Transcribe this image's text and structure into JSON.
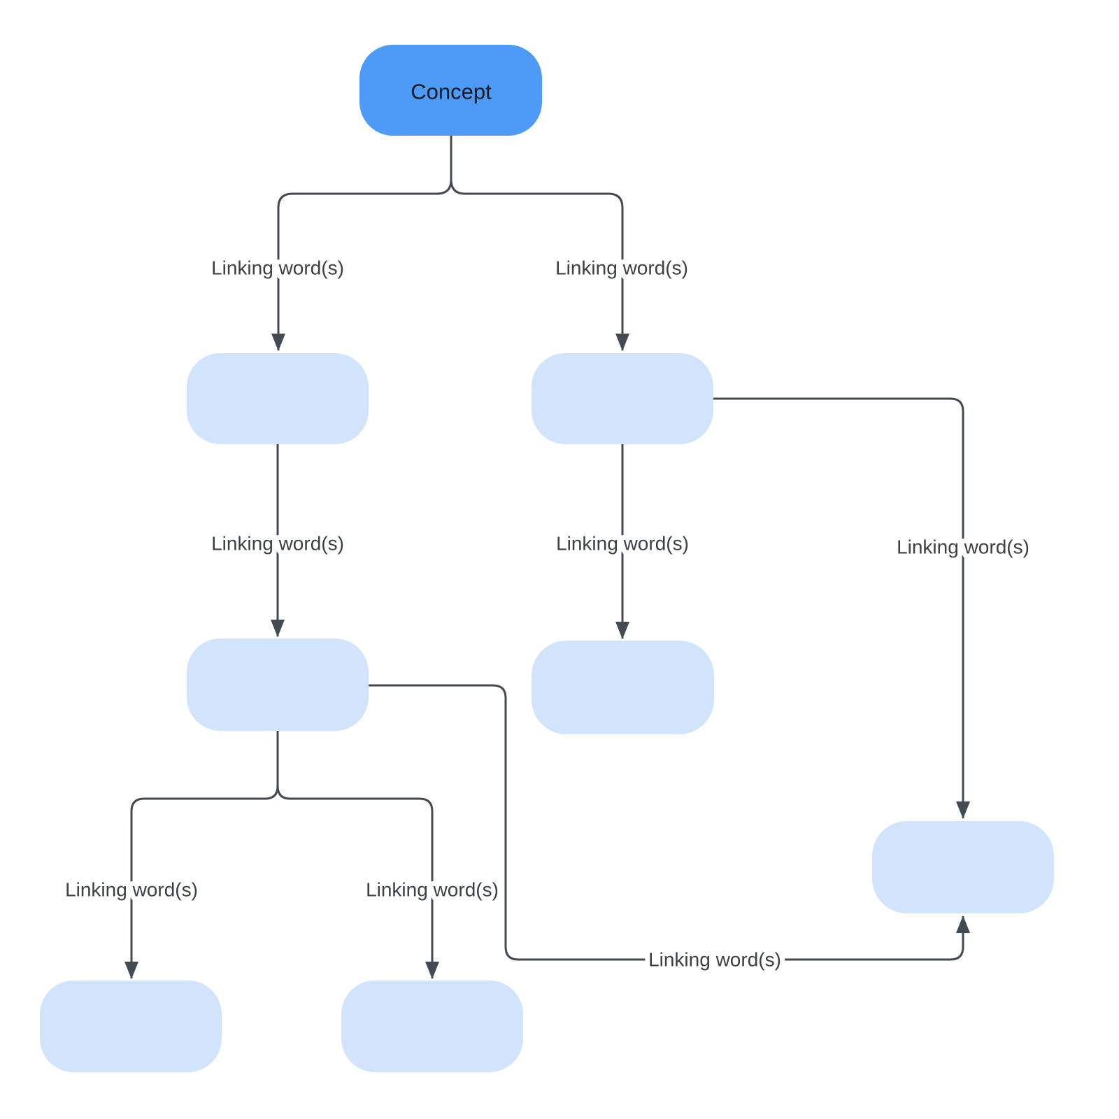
{
  "diagram": {
    "type": "concept-map-template",
    "root_node": {
      "id": "concept",
      "label": "Concept"
    },
    "child_nodes": [
      {
        "id": "topic-left-1",
        "label": ""
      },
      {
        "id": "topic-right-1",
        "label": ""
      },
      {
        "id": "topic-left-2",
        "label": ""
      },
      {
        "id": "topic-right-2",
        "label": ""
      },
      {
        "id": "topic-far-right",
        "label": ""
      },
      {
        "id": "topic-bottom-left",
        "label": ""
      },
      {
        "id": "topic-bottom-middle",
        "label": ""
      }
    ],
    "edges": [
      {
        "from": "concept",
        "to": "topic-left-1",
        "label": "Linking word(s)"
      },
      {
        "from": "concept",
        "to": "topic-right-1",
        "label": "Linking word(s)"
      },
      {
        "from": "topic-left-1",
        "to": "topic-left-2",
        "label": "Linking word(s)"
      },
      {
        "from": "topic-right-1",
        "to": "topic-right-2",
        "label": "Linking word(s)"
      },
      {
        "from": "topic-right-1",
        "to": "topic-far-right",
        "label": "Linking word(s)"
      },
      {
        "from": "topic-left-2",
        "to": "topic-bottom-left",
        "label": "Linking word(s)"
      },
      {
        "from": "topic-left-2",
        "to": "topic-bottom-middle",
        "label": "Linking word(s)"
      },
      {
        "from": "topic-left-2",
        "to": "topic-far-right",
        "label": "Linking word(s)"
      }
    ],
    "colors": {
      "root_fill": "#4D9AF7",
      "node_fill": "#D2E3FC",
      "connector": "#434A53",
      "label_text": "#3C4043",
      "root_text": "#17191C",
      "background": "#FFFFFF"
    }
  }
}
